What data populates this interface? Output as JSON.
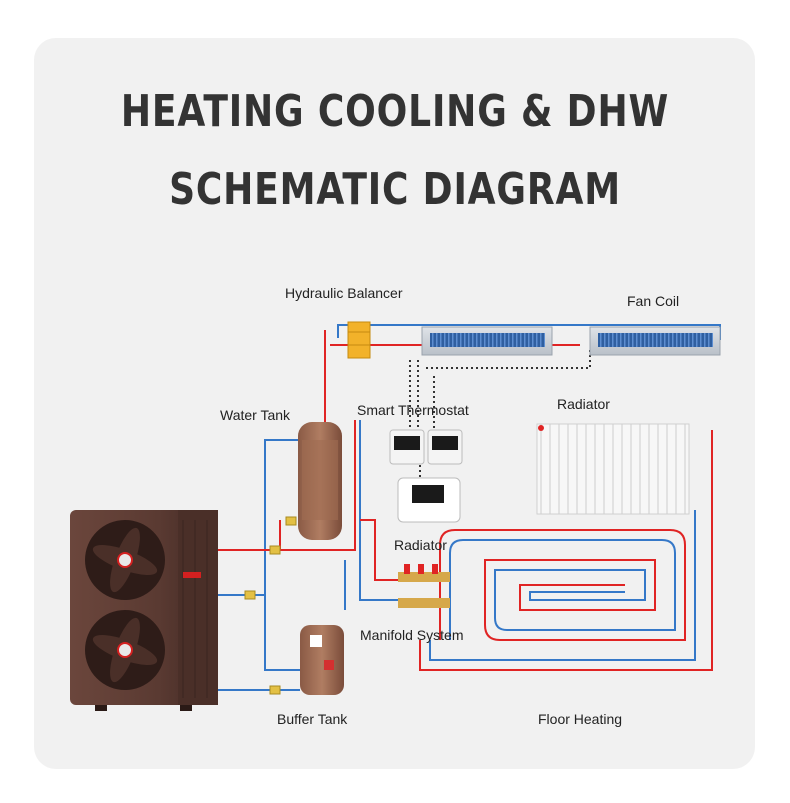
{
  "title": {
    "line1": "HEATING COOLING & DHW",
    "line2": "SCHEMATIC DIAGRAM"
  },
  "labels": {
    "hydraulic_balancer": "Hydraulic Balancer",
    "fan_coil": "Fan Coil",
    "water_tank": "Water Tank",
    "smart_thermostat": "Smart Thermostat",
    "radiator_top": "Radiator",
    "radiator_mid": "Radiator",
    "manifold_system": "Manifold System",
    "buffer_tank": "Buffer Tank",
    "floor_heating": "Floor Heating"
  },
  "colors": {
    "hot_pipe": "#e02424",
    "cold_pipe": "#3578c8",
    "signal_wire": "#333333",
    "heat_pump_body": "#5a3a32"
  }
}
